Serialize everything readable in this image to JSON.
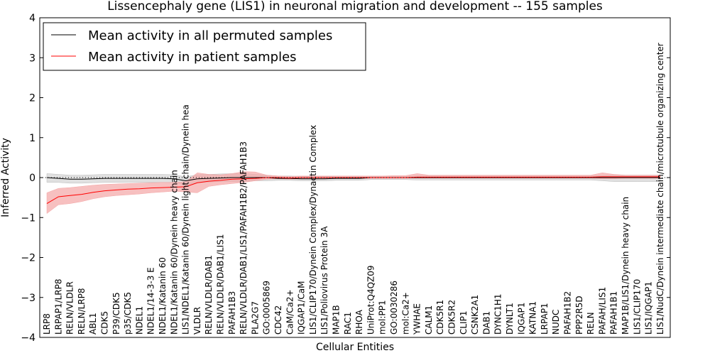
{
  "chart_data": {
    "type": "line",
    "title": "Lissencephaly gene (LIS1) in neuronal migration and development -- 155 samples",
    "xlabel": "Cellular Entities",
    "ylabel": "Inferred Activity",
    "ylim": [
      -4,
      4
    ],
    "yticks": [
      "−4",
      "−3",
      "−2",
      "−1",
      "0",
      "1",
      "2",
      "3",
      "4"
    ],
    "grid": false,
    "legend_position": "top-left",
    "categories": [
      "LRP8",
      "LRPAP1/LRP8",
      "RELN/VLDLR",
      "RELN/LRP8",
      "ABL1",
      "CDK5",
      "P39/CDK5",
      "p35/CDK5",
      "NDEL1",
      "NDEL1/14-3-3 E",
      "NDEL1/Katanin 60",
      "NDEL1/Katanin 60/Dynein heavy chain",
      "LIS1/NDEL1/Katanin 60/Dynein light chain/Dynein hea",
      "VLDLR",
      "RELN/VLDLR/DAB1",
      "RELN/VLDLR/DAB1/LIS1",
      "PAFAH1B3",
      "RELN/VLDLR/DAB1/LIS1/PAFAH1B2/PAFAH1B3",
      "PLA2G7",
      "GO:0005869",
      "CDC42",
      "CaM/Ca2+",
      "IQGAP1/CaM",
      "LIS1/CLIP170/Dynein Complex/Dynactin Complex",
      "LIS1/Poliovirus Protein 3A",
      "MAP1B",
      "RAC1",
      "RHOA",
      "UniProt:Q4QZ09",
      "mol:PP1",
      "GO:0030286",
      "mol:Ca2+",
      "YWHAE",
      "CALM1",
      "CDK5R1",
      "CDK5R2",
      "CLIP1",
      "CSNK2A1",
      "DAB1",
      "DYNC1H1",
      "DYNLT1",
      "IQGAP1",
      "KATNA1",
      "LRPAP1",
      "NUDC",
      "PAFAH1B2",
      "PPP2R5D",
      "RELN",
      "PAFAH/LIS1",
      "PAFAH1B1",
      "MAP1B/LIS1/Dynein heavy chain",
      "LIS1/CLIP170",
      "LIS1/IQGAP1",
      "LIS1/NudC/Dynein intermediate chain/microtubule organizing center"
    ],
    "series": [
      {
        "name": "Mean activity in all permuted samples",
        "color": "#000000",
        "band_color": "#bbbbbb",
        "values": [
          0.0,
          -0.02,
          -0.04,
          -0.04,
          -0.03,
          -0.02,
          -0.02,
          -0.02,
          -0.02,
          -0.02,
          -0.02,
          -0.03,
          -0.08,
          -0.03,
          -0.02,
          -0.01,
          0.0,
          0.0,
          0.0,
          0.0,
          -0.02,
          -0.02,
          -0.03,
          -0.03,
          -0.03,
          -0.02,
          -0.02,
          -0.02,
          0.0,
          0.0,
          0.0,
          0.0,
          0.0,
          0.0,
          0.0,
          0.0,
          0.0,
          0.0,
          0.0,
          0.0,
          0.0,
          0.0,
          0.0,
          0.0,
          0.0,
          0.0,
          0.0,
          0.0,
          0.0,
          0.0,
          0.0,
          0.0,
          0.0,
          0.0
        ],
        "band_lower": [
          -0.12,
          -0.12,
          -0.14,
          -0.14,
          -0.13,
          -0.12,
          -0.12,
          -0.12,
          -0.12,
          -0.12,
          -0.12,
          -0.13,
          -0.18,
          -0.13,
          -0.11,
          -0.1,
          -0.1,
          -0.1,
          -0.08,
          -0.08,
          -0.07,
          -0.07,
          -0.08,
          -0.08,
          -0.08,
          -0.07,
          -0.07,
          -0.07,
          -0.05,
          -0.05,
          -0.05,
          -0.05,
          -0.06,
          -0.06,
          -0.06,
          -0.06,
          -0.06,
          -0.06,
          -0.06,
          -0.06,
          -0.06,
          -0.06,
          -0.06,
          -0.06,
          -0.06,
          -0.06,
          -0.06,
          -0.06,
          -0.08,
          -0.1,
          -0.1,
          -0.1,
          -0.1,
          -0.1
        ],
        "band_upper": [
          0.1,
          0.08,
          0.06,
          0.06,
          0.07,
          0.08,
          0.08,
          0.08,
          0.08,
          0.08,
          0.08,
          0.07,
          0.02,
          0.07,
          0.08,
          0.09,
          0.1,
          0.1,
          0.08,
          0.06,
          0.04,
          0.04,
          0.03,
          0.03,
          0.03,
          0.04,
          0.04,
          0.04,
          0.03,
          0.03,
          0.03,
          0.03,
          0.04,
          0.04,
          0.04,
          0.04,
          0.04,
          0.04,
          0.04,
          0.04,
          0.04,
          0.04,
          0.04,
          0.04,
          0.04,
          0.04,
          0.04,
          0.04,
          0.05,
          0.06,
          0.06,
          0.06,
          0.06,
          0.06
        ]
      },
      {
        "name": "Mean activity in patient samples",
        "color": "#ff0000",
        "band_color": "#f4a5a5",
        "values": [
          -0.65,
          -0.48,
          -0.45,
          -0.42,
          -0.37,
          -0.33,
          -0.31,
          -0.29,
          -0.28,
          -0.26,
          -0.25,
          -0.24,
          -0.23,
          -0.13,
          -0.09,
          -0.07,
          -0.04,
          -0.03,
          -0.02,
          0.0,
          0.0,
          -0.01,
          0.0,
          0.0,
          0.0,
          0.0,
          0.0,
          0.0,
          0.0,
          0.0,
          0.0,
          0.0,
          0.01,
          0.01,
          0.01,
          0.01,
          0.01,
          0.01,
          0.01,
          0.01,
          0.01,
          0.01,
          0.01,
          0.01,
          0.01,
          0.01,
          0.01,
          0.01,
          0.02,
          0.02,
          0.02,
          0.02,
          0.02,
          0.02
        ],
        "band_lower": [
          -0.9,
          -0.68,
          -0.65,
          -0.6,
          -0.53,
          -0.48,
          -0.45,
          -0.43,
          -0.41,
          -0.38,
          -0.36,
          -0.34,
          -0.36,
          -0.38,
          -0.22,
          -0.18,
          -0.15,
          -0.12,
          -0.08,
          -0.04,
          -0.03,
          -0.04,
          -0.03,
          -0.03,
          -0.03,
          -0.02,
          -0.02,
          -0.02,
          -0.02,
          -0.02,
          -0.02,
          -0.02,
          -0.02,
          -0.02,
          -0.02,
          -0.02,
          -0.02,
          -0.02,
          -0.02,
          -0.02,
          -0.02,
          -0.02,
          -0.02,
          -0.02,
          -0.02,
          -0.02,
          -0.02,
          -0.02,
          -0.03,
          -0.03,
          -0.02,
          -0.02,
          -0.02,
          -0.02
        ],
        "band_upper": [
          -0.38,
          -0.27,
          -0.25,
          -0.22,
          -0.19,
          -0.17,
          -0.16,
          -0.15,
          -0.14,
          -0.13,
          -0.12,
          -0.12,
          -0.1,
          0.12,
          0.08,
          0.07,
          0.1,
          0.15,
          0.14,
          0.06,
          0.04,
          0.03,
          0.04,
          0.04,
          0.04,
          0.04,
          0.04,
          0.04,
          0.04,
          0.04,
          0.05,
          0.05,
          0.1,
          0.06,
          0.06,
          0.06,
          0.06,
          0.06,
          0.06,
          0.06,
          0.06,
          0.06,
          0.06,
          0.06,
          0.06,
          0.06,
          0.06,
          0.06,
          0.12,
          0.08,
          0.06,
          0.06,
          0.06,
          0.06
        ]
      }
    ]
  }
}
